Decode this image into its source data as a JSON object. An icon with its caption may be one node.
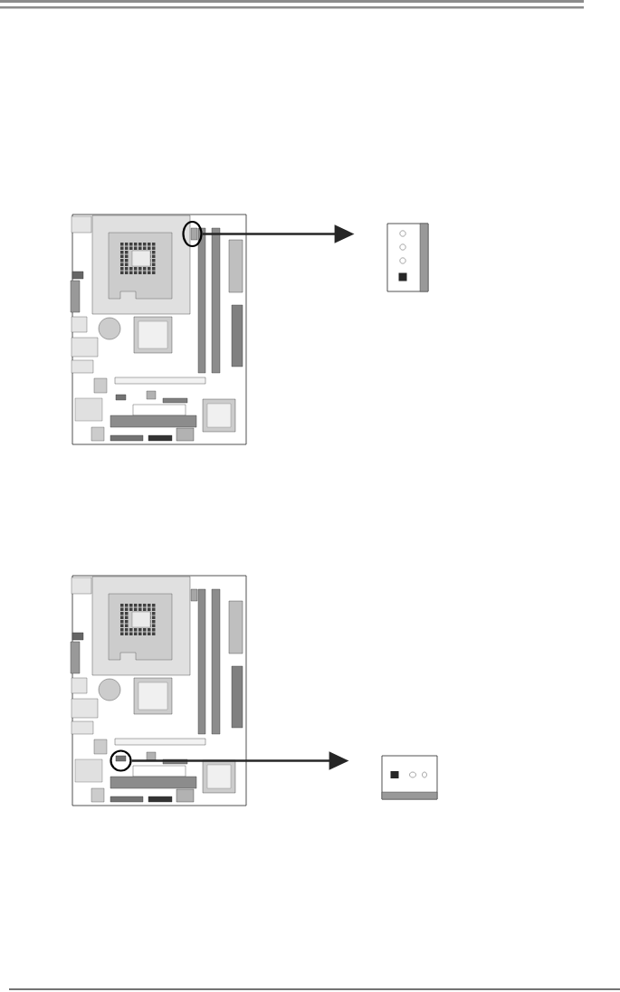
{
  "diagram": {
    "nodes": [
      {
        "text": [],
        "shape": "circle"
      },
      {
        "text": [],
        "shape": "box"
      },
      {
        "text": [],
        "shape": "circle"
      },
      {
        "text": [],
        "shape": "box"
      }
    ],
    "edges": [
      {
        "from": 0,
        "to": 1,
        "arrow": "to"
      },
      {
        "from": 2,
        "to": 3,
        "arrow": "to"
      }
    ]
  }
}
